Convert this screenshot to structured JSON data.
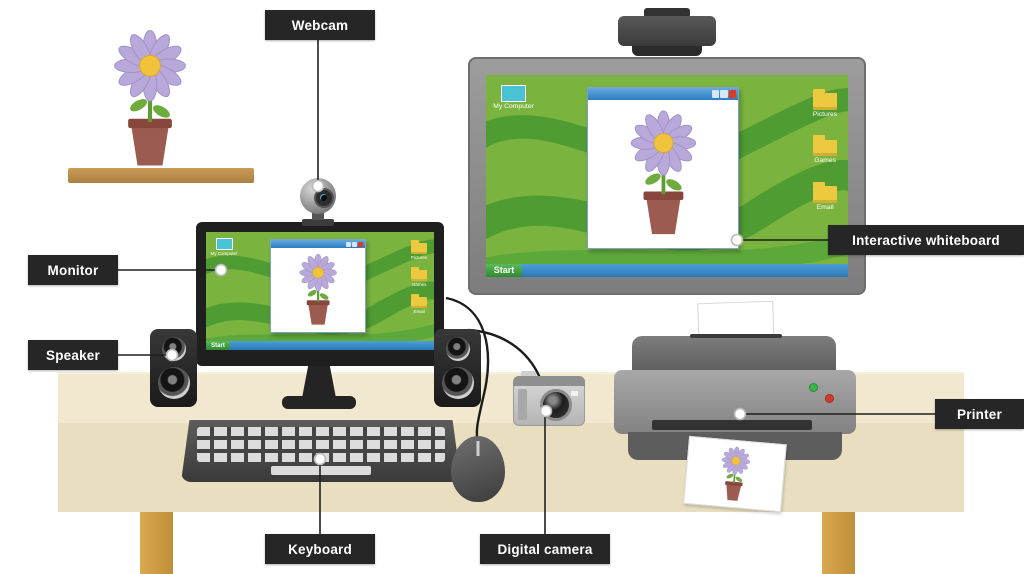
{
  "labels": {
    "webcam": "Webcam",
    "monitor": "Monitor",
    "speaker": "Speaker",
    "keyboard": "Keyboard",
    "digital_camera": "Digital camera",
    "interactive_whiteboard": "Interactive whiteboard",
    "printer": "Printer"
  },
  "screen": {
    "start_label": "Start",
    "my_computer_label": "My Computer",
    "folders": [
      "Pictures",
      "Games",
      "Email"
    ]
  },
  "colors": {
    "desktop_green": "#7ab43f",
    "wave_green": "#4f9c33",
    "taskbar_blue": "#2a79b8",
    "label_bg": "#262626",
    "desk_top": "#f1e8cf",
    "desk_leg": "#c9983f",
    "flower_petal": "#b9a9da",
    "flower_center": "#f1c33c",
    "flower_pot": "#9c5b50"
  }
}
